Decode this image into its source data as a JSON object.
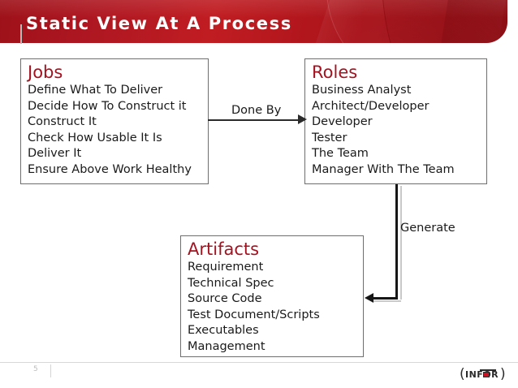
{
  "slide": {
    "title": "Static View At A Process",
    "accent_color": "#a51220",
    "header_color": "#ae1721",
    "body_text_color": "#1a1a1a"
  },
  "boxes": {
    "jobs": {
      "title": "Jobs",
      "items": [
        "Define What To Deliver",
        "Decide How To Construct it",
        "Construct It",
        "Check How Usable It Is",
        "Deliver It",
        "Ensure Above Work Healthy"
      ]
    },
    "roles": {
      "title": "Roles",
      "items": [
        "Business Analyst",
        "Architect/Developer",
        "Developer",
        "Tester",
        "The Team",
        "Manager With The Team"
      ]
    },
    "artifacts": {
      "title": "Artifacts",
      "items": [
        "Requirement",
        "Technical Spec",
        "Source Code",
        "Test Document/Scripts",
        "Executables",
        "Management"
      ]
    }
  },
  "connectors": {
    "done_by": "Done By",
    "generate": "Generate"
  },
  "footer": {
    "page_number": "5",
    "logo_text": "IN",
    "logo_text_right": "R",
    "logo_paren_left": "(",
    "logo_paren_right": ")",
    "logo_brand": "INFOR"
  }
}
